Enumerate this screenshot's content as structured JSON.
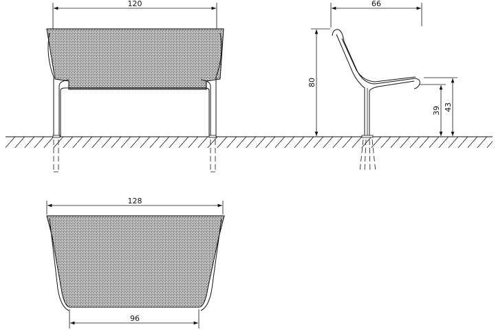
{
  "front_view": {
    "width_label": "120"
  },
  "side_view": {
    "depth_label": "66",
    "height_label": "80",
    "seat_height_label": "39",
    "seat_top_label": "43"
  },
  "plan_view": {
    "back_width_label": "128",
    "front_width_label": "96"
  },
  "colors": {
    "line": "#111111",
    "background": "#ffffff"
  }
}
